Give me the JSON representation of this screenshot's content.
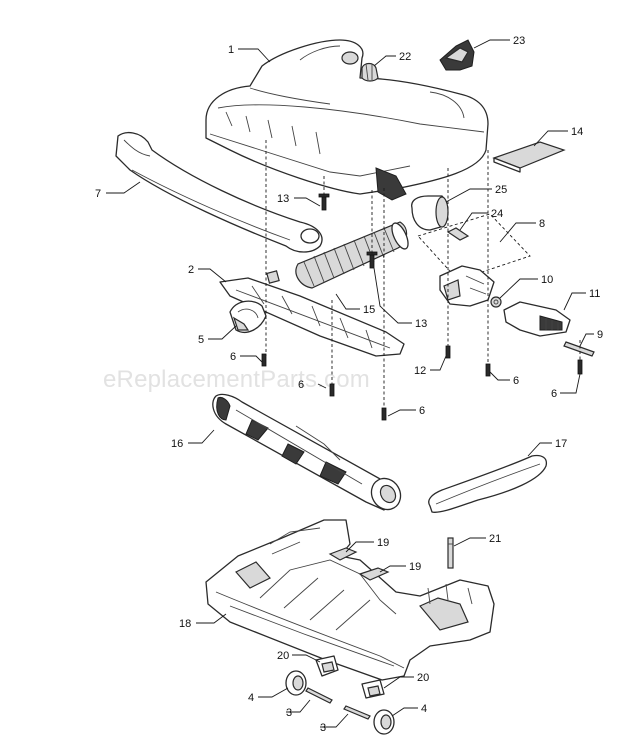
{
  "watermark": "eReplacementParts.com",
  "callouts": {
    "c1": "1",
    "c22": "22",
    "c23": "23",
    "c14": "14",
    "c7": "7",
    "c25": "25",
    "c13a": "13",
    "c24": "24",
    "c8": "8",
    "c2": "2",
    "c15": "15",
    "c13b": "13",
    "c10": "10",
    "c11": "11",
    "c5": "5",
    "c9": "9",
    "c6a": "6",
    "c12": "12",
    "c6b": "6",
    "c6c": "6",
    "c6d": "6",
    "c6e": "6",
    "c16": "16",
    "c17": "17",
    "c19a": "19",
    "c21": "21",
    "c19b": "19",
    "c18": "18",
    "c20a": "20",
    "c20b": "20",
    "c4a": "4",
    "c3a": "3",
    "c3b": "3",
    "c4b": "4"
  }
}
